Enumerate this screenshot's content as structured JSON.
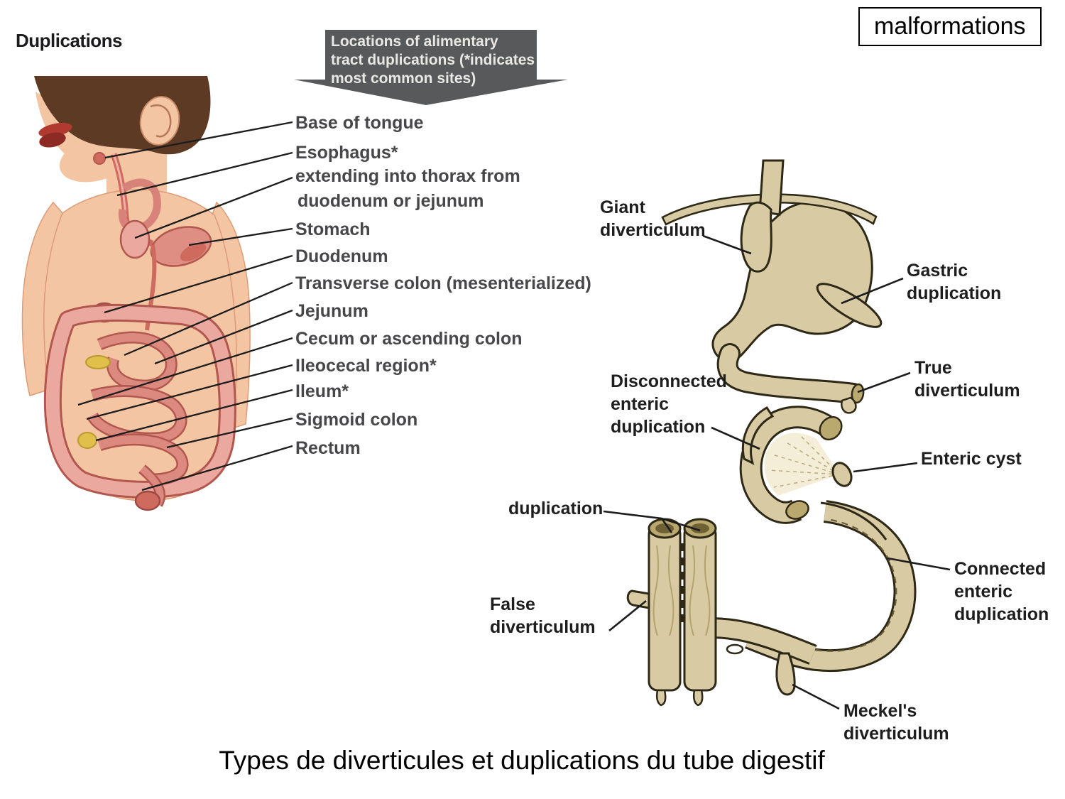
{
  "slide": {
    "heading": "Duplications",
    "corner_tag": "malformations",
    "caption": "Types de diverticules et duplications du tube digestif",
    "arrow_note_lines": [
      "Locations of alimentary",
      "tract duplications (*indicates",
      "most common sites)"
    ]
  },
  "left_figure": {
    "labels": [
      "Base of tongue",
      "Esophagus*",
      "extending into thorax from",
      "duodenum or jejunum",
      "Stomach",
      "Duodenum",
      "Transverse colon (mesenterialized)",
      "Jejunum",
      "Cecum or ascending colon",
      "Ileocecal region*",
      "Ileum*",
      "Sigmoid colon",
      "Rectum"
    ]
  },
  "right_figure": {
    "labels": {
      "giant_diverticulum": [
        "Giant",
        "diverticulum"
      ],
      "gastric_duplication": [
        "Gastric",
        "duplication"
      ],
      "true_diverticulum": [
        "True",
        "diverticulum"
      ],
      "disconnected_enteric_duplication": [
        "Disconnected",
        "enteric",
        "duplication"
      ],
      "enteric_cyst": [
        "Enteric cyst"
      ],
      "duplication": [
        "duplication"
      ],
      "false_diverticulum": [
        "False",
        "diverticulum"
      ],
      "connected_enteric_duplication": [
        "Connected",
        "enteric",
        "duplication"
      ],
      "meckels_diverticulum": [
        "Meckel's",
        "diverticulum"
      ]
    }
  },
  "colors": {
    "arrow_box": "#58595b",
    "arrow_text": "#e9e8e5",
    "left_label_text": "#47474a",
    "right_label_text": "#1e1e1e",
    "leader_line": "#1c1c1c",
    "diagram_fill": "#d8cba4",
    "diagram_fill_dark": "#b9a96e",
    "diagram_fill_deep": "#6f6136",
    "diagram_fill_light": "#f4eed8",
    "diagram_outline": "#2e2817",
    "skin": "#f4c5a3",
    "skin_shade": "#dd9b77",
    "hair": "#5d3a24",
    "organ_pink": "#eba89f",
    "organ_outline": "#b2574e",
    "organ_red": "#cf6a5f",
    "organ_deep_red": "#a33830",
    "mesentery_yellow": "#e0bf4a"
  }
}
